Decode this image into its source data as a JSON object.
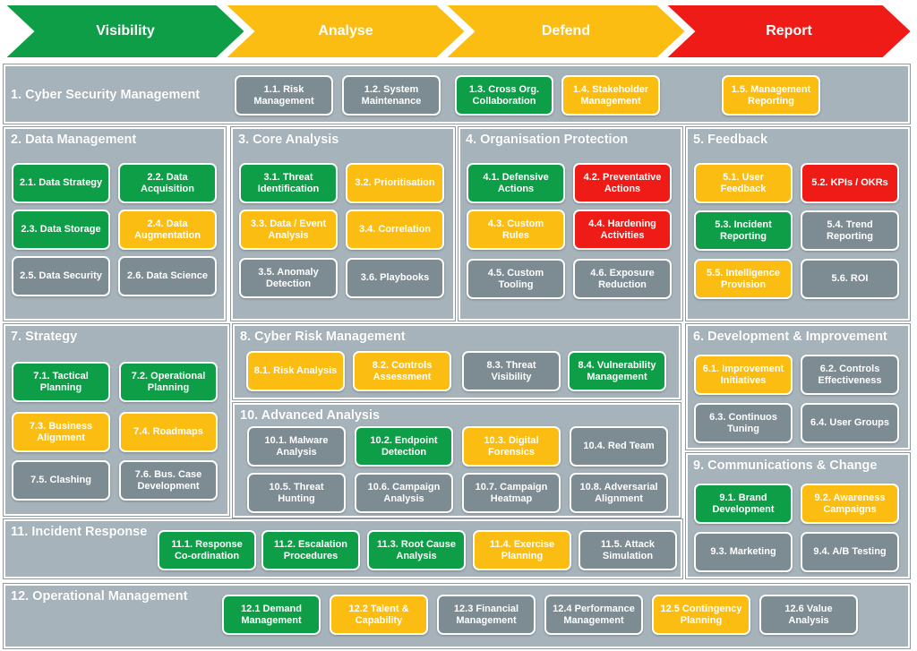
{
  "phases": [
    {
      "label": "Visibility",
      "color": "#0e9e47"
    },
    {
      "label": "Analyse",
      "color": "#fbbd12"
    },
    {
      "label": "Defend",
      "color": "#fbbd12"
    },
    {
      "label": "Report",
      "color": "#ef1b16"
    }
  ],
  "colors": {
    "green": "#0e9e47",
    "amber": "#fbbd12",
    "red": "#ef1b16",
    "grey": "#7d8b93",
    "section": "#a6b3ba"
  },
  "sections": {
    "s1": {
      "title": "1. Cyber Security Management",
      "items": [
        {
          "label": "1.1. Risk Management",
          "status": "grey"
        },
        {
          "label": "1.2. System Maintenance",
          "status": "grey"
        },
        {
          "label": "1.3. Cross Org. Collaboration",
          "status": "green"
        },
        {
          "label": "1.4. Stakeholder Management",
          "status": "amber"
        },
        {
          "label": "1.5. Management Reporting",
          "status": "amber"
        }
      ]
    },
    "s2": {
      "title": "2. Data Management",
      "items": [
        {
          "label": "2.1. Data Strategy",
          "status": "green"
        },
        {
          "label": "2.2. Data Acquisition",
          "status": "green"
        },
        {
          "label": "2.3. Data Storage",
          "status": "green"
        },
        {
          "label": "2.4. Data Augmentation",
          "status": "amber"
        },
        {
          "label": "2.5. Data Security",
          "status": "grey"
        },
        {
          "label": "2.6. Data Science",
          "status": "grey"
        }
      ]
    },
    "s3": {
      "title": "3. Core Analysis",
      "items": [
        {
          "label": "3.1. Threat Identification",
          "status": "green"
        },
        {
          "label": "3.2. Prioritisation",
          "status": "amber"
        },
        {
          "label": "3.3. Data / Event Analysis",
          "status": "amber"
        },
        {
          "label": "3.4. Correlation",
          "status": "amber"
        },
        {
          "label": "3.5. Anomaly Detection",
          "status": "grey"
        },
        {
          "label": "3.6. Playbooks",
          "status": "grey"
        }
      ]
    },
    "s4": {
      "title": "4. Organisation Protection",
      "items": [
        {
          "label": "4.1. Defensive Actions",
          "status": "green"
        },
        {
          "label": "4.2. Preventative Actions",
          "status": "red"
        },
        {
          "label": "4.3. Custom Rules",
          "status": "amber"
        },
        {
          "label": "4.4. Hardening Activities",
          "status": "red"
        },
        {
          "label": "4.5.  Custom Tooling",
          "status": "grey"
        },
        {
          "label": "4.6. Exposure Reduction",
          "status": "grey"
        }
      ]
    },
    "s5": {
      "title": "5. Feedback",
      "items": [
        {
          "label": "5.1. User Feedback",
          "status": "amber"
        },
        {
          "label": "5.2. KPIs / OKRs",
          "status": "red"
        },
        {
          "label": "5.3. Incident Reporting",
          "status": "green"
        },
        {
          "label": "5.4. Trend Reporting",
          "status": "grey"
        },
        {
          "label": "5.5. Intelligence Provision",
          "status": "amber"
        },
        {
          "label": "5.6. ROI",
          "status": "grey"
        }
      ]
    },
    "s6": {
      "title": "6. Development & Improvement",
      "items": [
        {
          "label": "6.1. Improvement Initiatives",
          "status": "amber"
        },
        {
          "label": "6.2. Controls Effectiveness",
          "status": "grey"
        },
        {
          "label": "6.3. Continuos Tuning",
          "status": "grey"
        },
        {
          "label": "6.4. User Groups",
          "status": "grey"
        }
      ]
    },
    "s7": {
      "title": "7. Strategy",
      "items": [
        {
          "label": "7.1. Tactical Planning",
          "status": "green"
        },
        {
          "label": "7.2. Operational Planning",
          "status": "green"
        },
        {
          "label": "7.3. Business Alignment",
          "status": "amber"
        },
        {
          "label": "7.4. Roadmaps",
          "status": "amber"
        },
        {
          "label": "7.5. Clashing",
          "status": "grey"
        },
        {
          "label": "7.6. Bus. Case Development",
          "status": "grey"
        }
      ]
    },
    "s8": {
      "title": "8. Cyber Risk Management",
      "items": [
        {
          "label": "8.1. Risk Analysis",
          "status": "amber"
        },
        {
          "label": "8.2. Controls Assessment",
          "status": "amber"
        },
        {
          "label": "8.3. Threat Visibility",
          "status": "grey"
        },
        {
          "label": "8.4. Vulnerability Management",
          "status": "green"
        }
      ]
    },
    "s9": {
      "title": "9. Communications & Change",
      "items": [
        {
          "label": "9.1. Brand Development",
          "status": "green"
        },
        {
          "label": "9.2. Awareness Campaigns",
          "status": "amber"
        },
        {
          "label": "9.3. Marketing",
          "status": "grey"
        },
        {
          "label": "9.4. A/B Testing",
          "status": "grey"
        }
      ]
    },
    "s10": {
      "title": "10. Advanced Analysis",
      "items": [
        {
          "label": "10.1. Malware Analysis",
          "status": "grey"
        },
        {
          "label": "10.2. Endpoint Detection",
          "status": "green"
        },
        {
          "label": "10.3. Digital Forensics",
          "status": "amber"
        },
        {
          "label": "10.4. Red Team",
          "status": "grey"
        },
        {
          "label": "10.5. Threat Hunting",
          "status": "grey"
        },
        {
          "label": "10.6. Campaign Analysis",
          "status": "grey"
        },
        {
          "label": "10.7. Campaign Heatmap",
          "status": "grey"
        },
        {
          "label": "10.8. Adversarial Alignment",
          "status": "grey"
        }
      ]
    },
    "s11": {
      "title": "11. Incident Response",
      "items": [
        {
          "label": "11.1. Response Co-ordination",
          "status": "green"
        },
        {
          "label": "11.2. Escalation Procedures",
          "status": "green"
        },
        {
          "label": "11.3. Root Cause Analysis",
          "status": "green"
        },
        {
          "label": "11.4. Exercise Planning",
          "status": "amber"
        },
        {
          "label": "11.5. Attack Simulation",
          "status": "grey"
        }
      ]
    },
    "s12": {
      "title": "12. Operational Management",
      "items": [
        {
          "label": "12.1 Demand Management",
          "status": "green"
        },
        {
          "label": "12.2 Talent & Capability",
          "status": "amber"
        },
        {
          "label": "12.3 Financial Management",
          "status": "grey"
        },
        {
          "label": "12.4 Performance Management",
          "status": "grey"
        },
        {
          "label": "12.5 Contingency Planning",
          "status": "amber"
        },
        {
          "label": "12.6 Value Analysis",
          "status": "grey"
        }
      ]
    }
  }
}
